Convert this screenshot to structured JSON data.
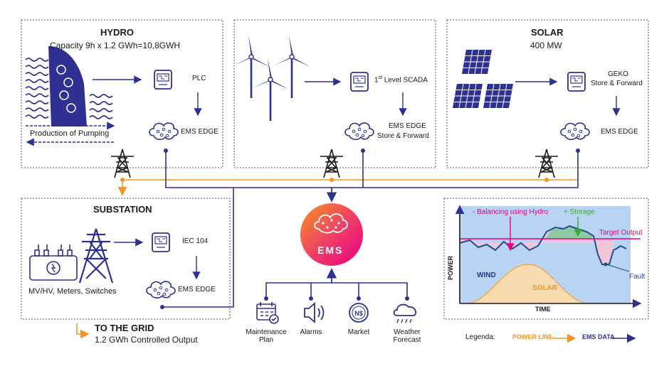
{
  "hydro": {
    "title": "HYDRO",
    "capacity": "Capacity 9h x 1.2 GWh=10,8GWH",
    "plc": "PLC",
    "ems_edge": "EMS EDGE",
    "pumping": "Production of Pumping"
  },
  "wind": {
    "scada_prefix": "1",
    "scada_sup": "st",
    "scada_suffix": " Level SCADA",
    "ems_edge_l1": "EMS EDGE",
    "ems_edge_l2": "Store & Forward"
  },
  "solar": {
    "title": "SOLAR",
    "power": "400 MW",
    "geko_l1": "GEKO",
    "geko_l2": "Store & Forward",
    "ems_edge": "EMS EDGE"
  },
  "substation": {
    "title": "SUBSTATION",
    "iec": "IEC 104",
    "ems_edge": "EMS EDGE",
    "equipment": "MV/HV, Meters, Switches"
  },
  "grid": {
    "title": "TO THE GRID",
    "output": "1.2 GWh Controlled Output"
  },
  "ems": {
    "label": "EMS",
    "modules": [
      {
        "l1": "Maintenance",
        "l2": "Plan"
      },
      {
        "l1": "Alarms",
        "l2": ""
      },
      {
        "l1": "Market",
        "l2": ""
      },
      {
        "l1": "Weather",
        "l2": "Forecast"
      }
    ]
  },
  "chart": {
    "balancing": "- Balancing using Hydro",
    "storage": "+ Storage",
    "target": "Target Output",
    "ylabel": "POWER",
    "xlabel": "TIME",
    "wind": "WIND",
    "solar": "SOLAR",
    "fault": "Fault"
  },
  "legend": {
    "label": "Legenda:",
    "power_line": "POWER LINE",
    "ems_data": "EMS DATA"
  },
  "colors": {
    "navy": "#2e3192",
    "orange": "#f7941d",
    "pink": "#e6007e",
    "chart_blue": "#b9d4f2",
    "solar_fill": "#f8dcb0",
    "dark_blue": "#1f4e8c"
  }
}
